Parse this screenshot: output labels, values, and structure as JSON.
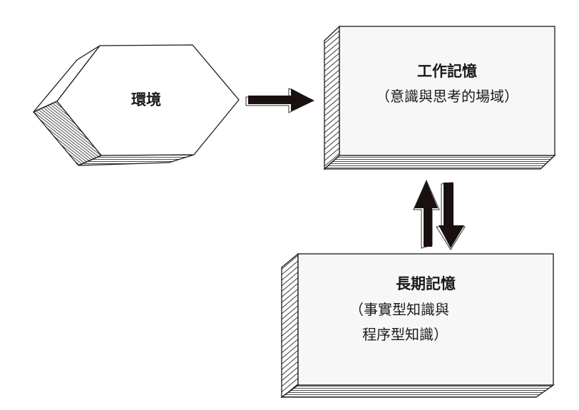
{
  "nodes": {
    "environment": {
      "title": "環境"
    },
    "working_memory": {
      "title": "工作記憶",
      "subtitle": "（意識與思考的場域）"
    },
    "long_term_memory": {
      "title": "長期記憶",
      "subtitle_line1": "（事實型知識與",
      "subtitle_line2": "程序型知識）"
    }
  },
  "edges": [
    {
      "from": "environment",
      "to": "working_memory"
    },
    {
      "from": "long_term_memory",
      "to": "working_memory"
    },
    {
      "from": "working_memory",
      "to": "long_term_memory"
    }
  ],
  "colors": {
    "stroke": "#1a1a1a",
    "face": "#f7f7f7",
    "arrow": "#1a1010"
  }
}
